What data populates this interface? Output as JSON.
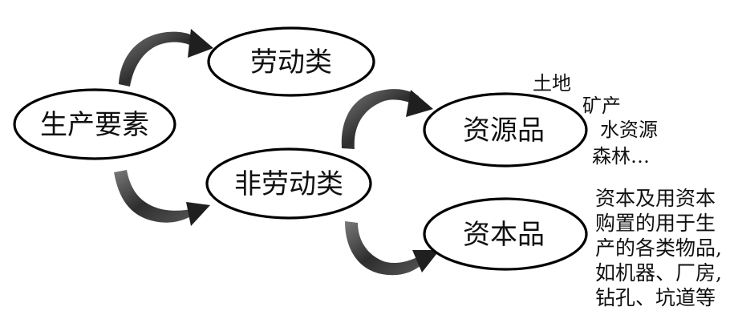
{
  "nodes": {
    "production_factors": "生产要素",
    "labor": "劳动类",
    "non_labor": "非劳动类",
    "resource_goods": "资源品",
    "capital_goods": "资本品"
  },
  "resource_examples": [
    "土地",
    "矿产",
    "水资源",
    "森林…"
  ],
  "capital_description": [
    "资本及用资本",
    "购置的用于生",
    "产的各类物品,",
    "如机器、厂房,",
    "钻孔、坑道等"
  ]
}
